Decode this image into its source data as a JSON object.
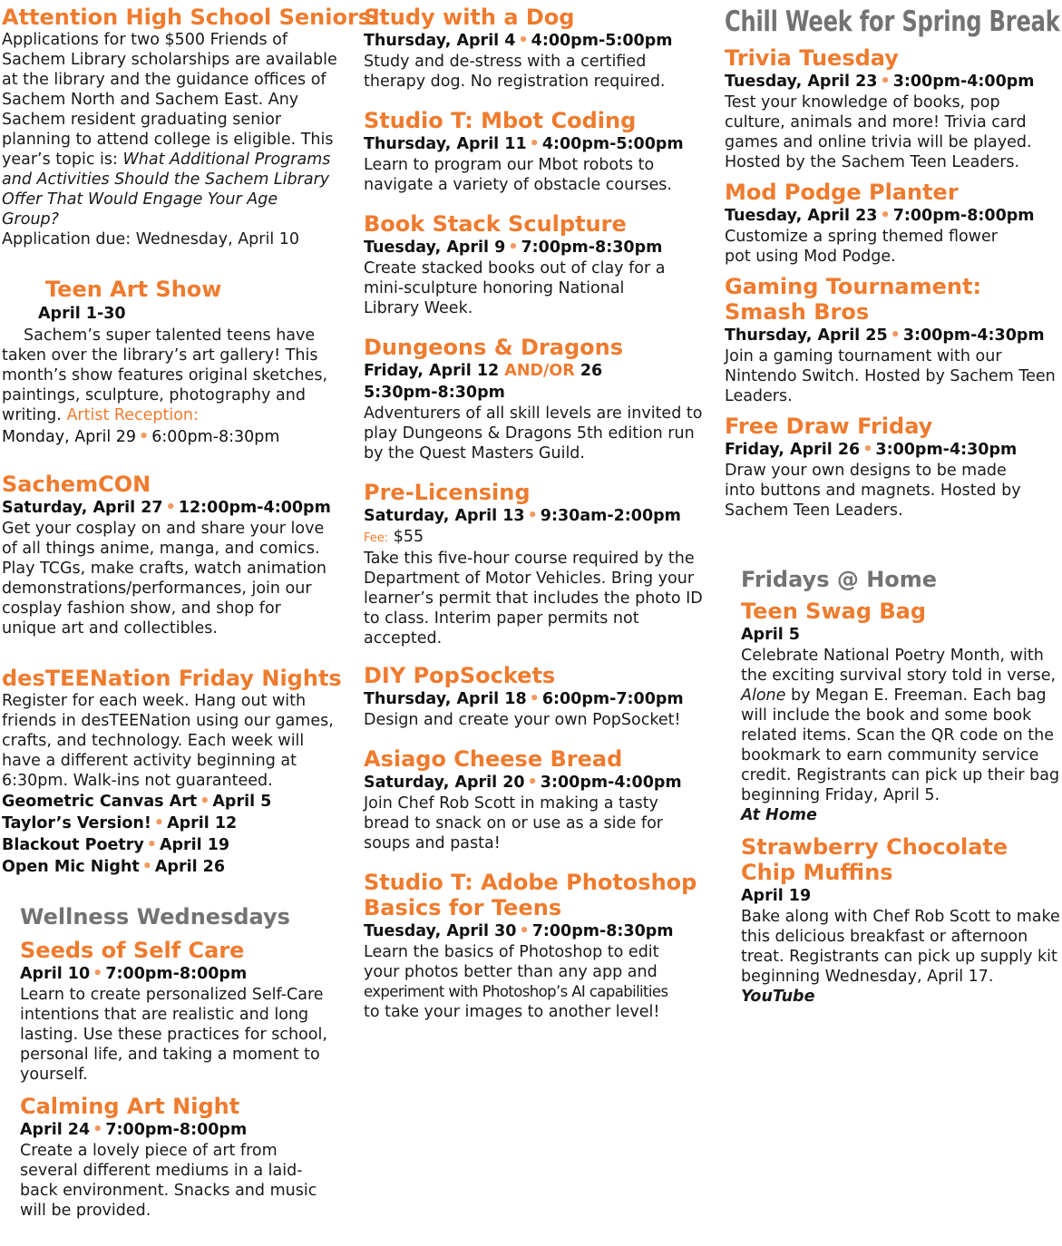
{
  "col1": {
    "seniors": {
      "title": "Attention High School Seniors!",
      "body": "Applications for two $500 Friends of Sachem Library scholarships are available at the library and the guidance offices of Sachem North and Sachem East. Any Sachem resident graduating senior planning to attend college is eligible. This year’s topic is:",
      "topic": "What Additional Programs and Activities Should the Sachem Library Offer That Would Engage Your Age Group?",
      "due": "Application due: Wednesday, April 10"
    },
    "art_show": {
      "title": "Teen Art Show",
      "date": "April 1-30",
      "body": "Sachem’s super talented teens have taken over the library’s art gallery! This month’s show features original sketches, paintings, sculpture, photography and writing.",
      "reception_label": "Artist Reception:",
      "reception_date": "Monday, April 29",
      "reception_time": "6:00pm-8:30pm"
    },
    "sachemcon": {
      "title": "SachemCON",
      "date": "Saturday, April 27",
      "time": "12:00pm-4:00pm",
      "body": "Get your cosplay on and share your love of all things anime, manga, and comics. Play TCGs, make crafts, watch animation demonstrations/performances, join our cosplay fashion show, and shop for unique art and collectibles."
    },
    "desteenation": {
      "title": "desTEENation Friday Nights",
      "body": "Register for each week. Hang out with friends in desTEENation using our games, crafts, and technology. Each week will have a different activity beginning at 6:30pm. Walk-ins not guaranteed.",
      "nights": [
        {
          "name": "Geometric Canvas Art",
          "date": "April 5"
        },
        {
          "name": "Taylor’s Version!",
          "date": "April 12"
        },
        {
          "name": "Blackout Poetry",
          "date": "April 19"
        },
        {
          "name": "Open Mic Night",
          "date": "April 26"
        }
      ]
    },
    "wellness": {
      "heading": "Wellness Wednesdays",
      "seeds": {
        "title": "Seeds of Self Care",
        "date": "April 10",
        "time": "7:00pm-8:00pm",
        "body": "Learn to create personalized Self-Care intentions that are realistic and long lasting. Use these practices for school, personal life, and taking a moment to yourself."
      },
      "calming": {
        "title": "Calming Art Night",
        "date": "April 24",
        "time": "7:00pm-8:00pm",
        "body": "Create a lovely piece of art from several different mediums in a laid-back environment. Snacks and music will be provided."
      }
    }
  },
  "col2": {
    "dog": {
      "title": "Study with a Dog",
      "date": "Thursday, April 4",
      "time": "4:00pm-5:00pm",
      "body": "Study and de-stress with a certified therapy dog. No registration required."
    },
    "mbot": {
      "title": "Studio T: Mbot Coding",
      "date": "Thursday, April 11",
      "time": "4:00pm-5:00pm",
      "body": "Learn to program our Mbot robots to navigate a variety of obstacle courses."
    },
    "book_stack": {
      "title": "Book Stack Sculpture",
      "date": "Tuesday, April 9",
      "time": "7:00pm-8:30pm",
      "body": "Create stacked books out of clay for a mini-sculpture honoring National Library Week."
    },
    "dnd": {
      "title": "Dungeons & Dragons",
      "date_a": "Friday, April 12",
      "or": "AND/OR",
      "date_b": "26",
      "time": "5:30pm-8:30pm",
      "body": "Adventurers of all skill levels are invited to play Dungeons & Dragons 5th edition run by the Quest Masters Guild."
    },
    "prelicensing": {
      "title": "Pre-Licensing",
      "date": "Saturday, April 13",
      "time": "9:30am-2:00pm",
      "fee_label": "Fee:",
      "fee": "$55",
      "body": "Take this five-hour course required by the Department of Motor Vehicles. Bring your learner’s permit that includes the photo ID to class. Interim paper permits not accepted."
    },
    "popsockets": {
      "title": "DIY PopSockets",
      "date": "Thursday, April 18",
      "time": "6:00pm-7:00pm",
      "body": "Design and create your own PopSocket!"
    },
    "asiago": {
      "title": "Asiago Cheese Bread",
      "date": "Saturday, April 20",
      "time": "3:00pm-4:00pm",
      "body": "Join Chef Rob Scott in making a tasty bread to snack on or use as a side for soups and pasta!"
    },
    "photoshop": {
      "title_line1": "Studio T: Adobe Photoshop",
      "title_line2": "Basics for Teens",
      "date": "Tuesday, April 30",
      "time": "7:00pm-8:30pm",
      "body_line1": "Learn the basics of Photoshop to edit",
      "body_line2": "your photos better than any app and",
      "body_line3": "experiment with Photoshop’s AI capabilities",
      "body_line4": "to take your images to another level!"
    }
  },
  "col3": {
    "chill_heading": "Chill Week for Spring Break",
    "trivia": {
      "title": "Trivia Tuesday",
      "date": "Tuesday, April 23",
      "time": "3:00pm-4:00pm",
      "body": "Test your knowledge of books, pop culture, animals and more! Trivia card games and online trivia will be played. Hosted by the Sachem Teen Leaders."
    },
    "mod_podge": {
      "title": "Mod Podge Planter",
      "date": "Tuesday, April 23",
      "time": "7:00pm-8:00pm",
      "body": "Customize a spring themed flower pot using Mod Podge."
    },
    "gaming": {
      "title_line1": "Gaming Tournament:",
      "title_line2": "Smash Bros",
      "date": "Thursday, April 25",
      "time": "3:00pm-4:30pm",
      "body": "Join a gaming tournament with our Nintendo Switch. Hosted by Sachem Teen Leaders."
    },
    "free_draw": {
      "title": "Free Draw Friday",
      "date": "Friday, April 26",
      "time": "3:00pm-4:30pm",
      "body": "Draw your own designs to be made into buttons and magnets. Hosted by Sachem Teen Leaders."
    },
    "fridays_home": {
      "heading": "Fridays @ Home",
      "swag": {
        "title": "Teen Swag Bag",
        "date": "April 5",
        "body_a": "Celebrate National Poetry Month, with the exciting survival story told in verse,",
        "book": "Alone",
        "body_b": "by Megan E. Freeman. Each bag will include the book and some book related items. Scan the QR code on the bookmark to earn community service credit. Registrants can pick up their bag beginning Friday, April 5.",
        "location": "At Home"
      },
      "muffins": {
        "title_line1": "Strawberry Chocolate",
        "title_line2": "Chip Muffins",
        "date": "April 19",
        "body": "Bake along with Chef Rob Scott to make this delicious breakfast or afternoon treat. Registrants can pick up supply kit beginning Wednesday, April 17.",
        "location": "YouTube"
      }
    }
  },
  "colors": {
    "accent": "#ef7b2e",
    "dot": "#f29a61",
    "heading_gray": "#737373",
    "text": "#1a1a1a"
  }
}
